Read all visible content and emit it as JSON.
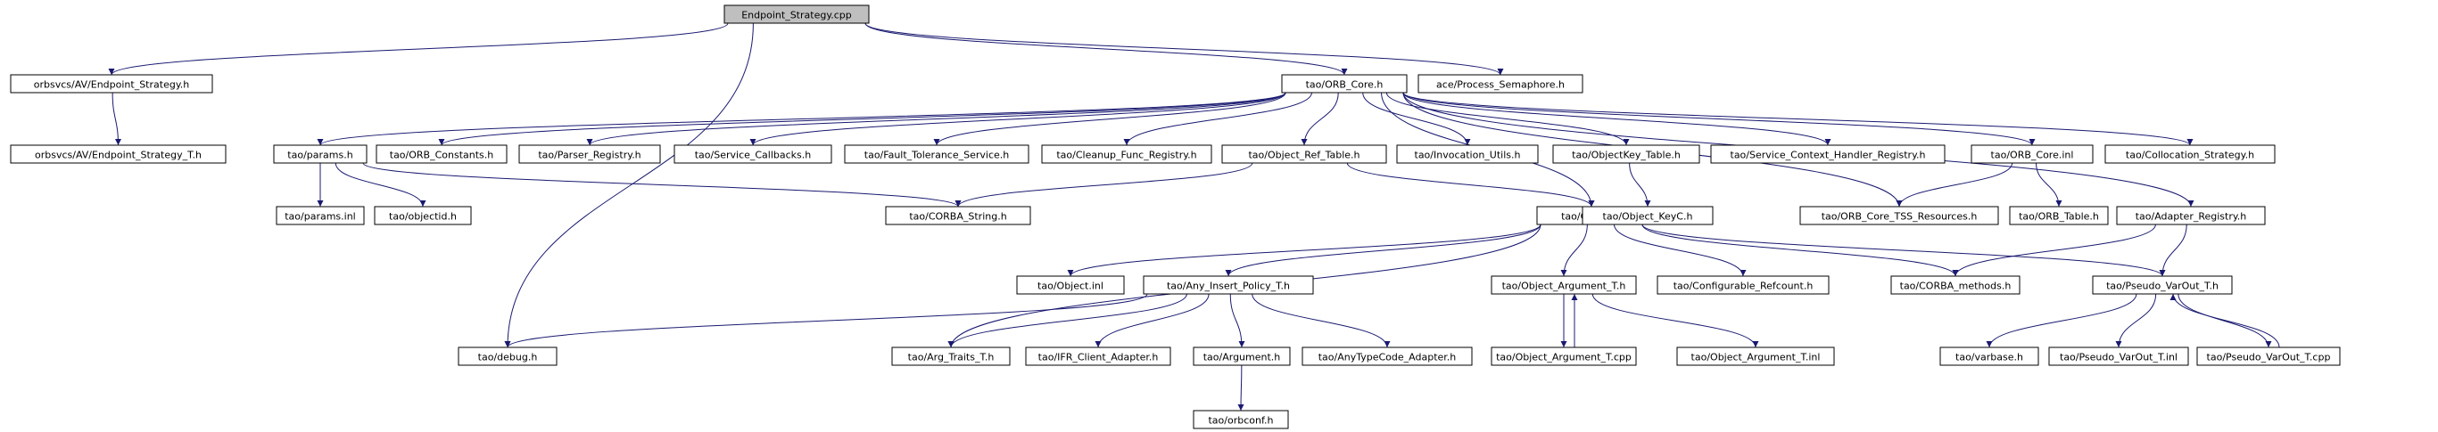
{
  "diagram": {
    "type": "include-dependency-graph",
    "colors": {
      "edge": "#191970",
      "root_fill": "#bfbfbf",
      "node_fill": "#ffffff",
      "node_border": "#000000"
    },
    "nodes": [
      {
        "id": "n0",
        "label": "Endpoint_Strategy.cpp",
        "root": true
      },
      {
        "id": "n1",
        "label": "orbsvcs/AV/Endpoint_Strategy.h"
      },
      {
        "id": "n2",
        "label": "tao/ORB_Core.h"
      },
      {
        "id": "n3",
        "label": "ace/Process_Semaphore.h"
      },
      {
        "id": "n4",
        "label": "orbsvcs/AV/Endpoint_Strategy_T.h"
      },
      {
        "id": "n5",
        "label": "tao/params.h"
      },
      {
        "id": "n6",
        "label": "tao/ORB_Constants.h"
      },
      {
        "id": "n7",
        "label": "tao/Parser_Registry.h"
      },
      {
        "id": "n8",
        "label": "tao/Service_Callbacks.h"
      },
      {
        "id": "n9",
        "label": "tao/Fault_Tolerance_Service.h"
      },
      {
        "id": "n10",
        "label": "tao/Cleanup_Func_Registry.h"
      },
      {
        "id": "n11",
        "label": "tao/Object_Ref_Table.h"
      },
      {
        "id": "n12",
        "label": "tao/Invocation_Utils.h"
      },
      {
        "id": "n13",
        "label": "tao/ObjectKey_Table.h"
      },
      {
        "id": "n14",
        "label": "tao/Service_Context_Handler_Registry.h"
      },
      {
        "id": "n15",
        "label": "tao/ORB_Core.inl"
      },
      {
        "id": "n16",
        "label": "tao/Collocation_Strategy.h"
      },
      {
        "id": "n17",
        "label": "tao/params.inl"
      },
      {
        "id": "n18",
        "label": "tao/objectid.h"
      },
      {
        "id": "n19",
        "label": "tao/CORBA_String.h"
      },
      {
        "id": "n20",
        "label": "tao/Object.h"
      },
      {
        "id": "n21",
        "label": "tao/Object_KeyC.h"
      },
      {
        "id": "n22",
        "label": "tao/ORB_Core_TSS_Resources.h"
      },
      {
        "id": "n23",
        "label": "tao/ORB_Table.h"
      },
      {
        "id": "n24",
        "label": "tao/Adapter_Registry.h"
      },
      {
        "id": "n25",
        "label": "tao/Object.inl"
      },
      {
        "id": "n26",
        "label": "tao/Any_Insert_Policy_T.h"
      },
      {
        "id": "n27",
        "label": "tao/Object_Argument_T.h"
      },
      {
        "id": "n28",
        "label": "tao/Configurable_Refcount.h"
      },
      {
        "id": "n29",
        "label": "tao/CORBA_methods.h"
      },
      {
        "id": "n30",
        "label": "tao/Pseudo_VarOut_T.h"
      },
      {
        "id": "n31",
        "label": "tao/debug.h"
      },
      {
        "id": "n32",
        "label": "tao/Arg_Traits_T.h"
      },
      {
        "id": "n33",
        "label": "tao/IFR_Client_Adapter.h"
      },
      {
        "id": "n34",
        "label": "tao/Argument.h"
      },
      {
        "id": "n35",
        "label": "tao/AnyTypeCode_Adapter.h"
      },
      {
        "id": "n36",
        "label": "tao/Object_Argument_T.cpp"
      },
      {
        "id": "n37",
        "label": "tao/Object_Argument_T.inl"
      },
      {
        "id": "n38",
        "label": "tao/varbase.h"
      },
      {
        "id": "n39",
        "label": "tao/Pseudo_VarOut_T.inl"
      },
      {
        "id": "n40",
        "label": "tao/Pseudo_VarOut_T.cpp"
      },
      {
        "id": "n41",
        "label": "tao/orbconf.h"
      }
    ],
    "edges": [
      [
        "n0",
        "n1"
      ],
      [
        "n0",
        "n2"
      ],
      [
        "n0",
        "n3"
      ],
      [
        "n0",
        "n31"
      ],
      [
        "n1",
        "n4"
      ],
      [
        "n2",
        "n5"
      ],
      [
        "n2",
        "n6"
      ],
      [
        "n2",
        "n7"
      ],
      [
        "n2",
        "n8"
      ],
      [
        "n2",
        "n9"
      ],
      [
        "n2",
        "n10"
      ],
      [
        "n2",
        "n11"
      ],
      [
        "n2",
        "n12"
      ],
      [
        "n2",
        "n20"
      ],
      [
        "n2",
        "n13"
      ],
      [
        "n2",
        "n14"
      ],
      [
        "n2",
        "n22"
      ],
      [
        "n2",
        "n15"
      ],
      [
        "n2",
        "n24"
      ],
      [
        "n2",
        "n16"
      ],
      [
        "n5",
        "n17"
      ],
      [
        "n5",
        "n18"
      ],
      [
        "n5",
        "n19"
      ],
      [
        "n11",
        "n19"
      ],
      [
        "n11",
        "n20"
      ],
      [
        "n13",
        "n21"
      ],
      [
        "n15",
        "n22"
      ],
      [
        "n15",
        "n23"
      ],
      [
        "n24",
        "n29"
      ],
      [
        "n24",
        "n30"
      ],
      [
        "n20",
        "n25"
      ],
      [
        "n20",
        "n26"
      ],
      [
        "n20",
        "n27"
      ],
      [
        "n20",
        "n28"
      ],
      [
        "n20",
        "n29"
      ],
      [
        "n20",
        "n30"
      ],
      [
        "n20",
        "n32"
      ],
      [
        "n26",
        "n31"
      ],
      [
        "n26",
        "n32"
      ],
      [
        "n26",
        "n33"
      ],
      [
        "n26",
        "n34"
      ],
      [
        "n26",
        "n35"
      ],
      [
        "n27",
        "n36"
      ],
      [
        "n27",
        "n37"
      ],
      [
        "n36",
        "n27"
      ],
      [
        "n30",
        "n38"
      ],
      [
        "n30",
        "n39"
      ],
      [
        "n30",
        "n40"
      ],
      [
        "n40",
        "n30"
      ],
      [
        "n34",
        "n41"
      ]
    ]
  }
}
